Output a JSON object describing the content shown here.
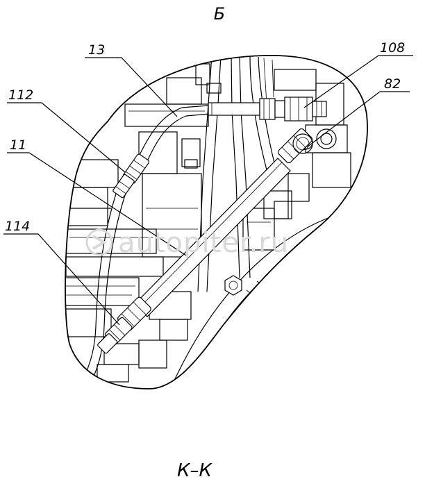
{
  "view_label": "Б",
  "section_label": "К–К",
  "watermark": "autopiter.ru",
  "callouts": [
    {
      "id": "13",
      "text": "13"
    },
    {
      "id": "108",
      "text": "108"
    },
    {
      "id": "112",
      "text": "112"
    },
    {
      "id": "82",
      "text": "82"
    },
    {
      "id": "11",
      "text": "11"
    },
    {
      "id": "114",
      "text": "114"
    }
  ]
}
